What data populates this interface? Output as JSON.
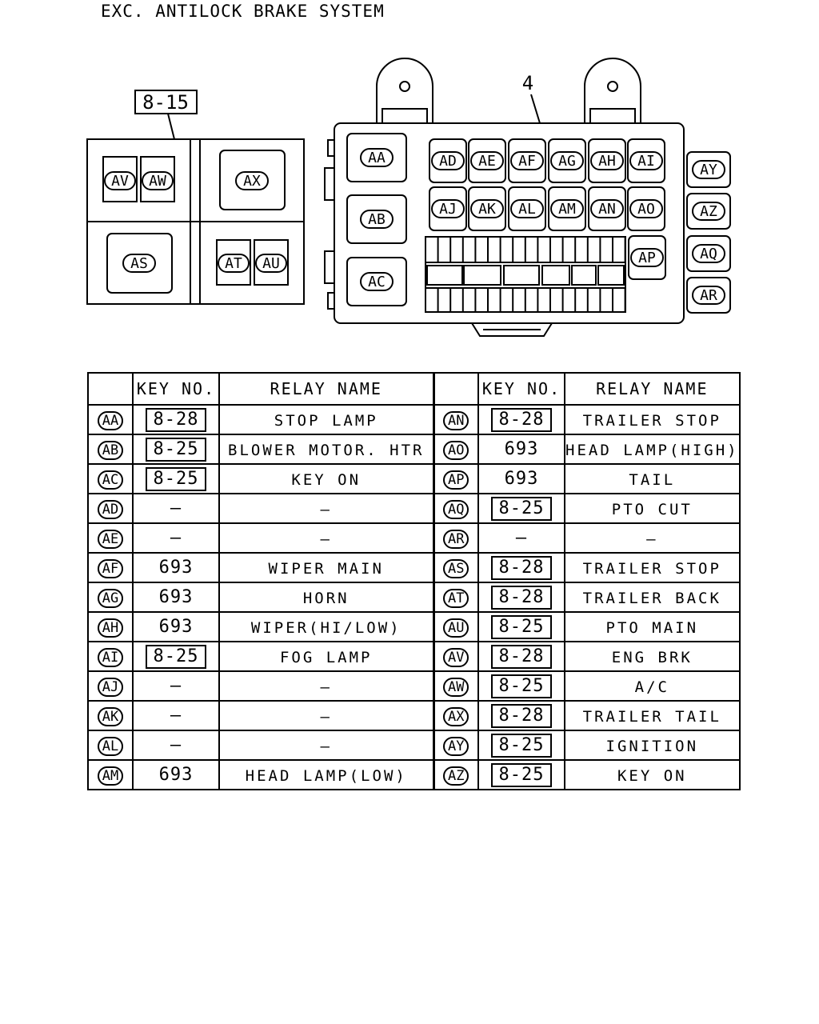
{
  "title": "EXC. ANTILOCK BRAKE SYSTEM",
  "callouts": {
    "sub_block": "8-15",
    "main_box": "4"
  },
  "sub_block_labels": [
    "AV",
    "AW",
    "AX",
    "AS",
    "AT",
    "AU"
  ],
  "main_box_labels": [
    "AA",
    "AB",
    "AC",
    "AD",
    "AE",
    "AF",
    "AG",
    "AH",
    "AI",
    "AJ",
    "AK",
    "AL",
    "AM",
    "AN",
    "AO",
    "AP"
  ],
  "side_labels": [
    "AY",
    "AZ",
    "AQ",
    "AR"
  ],
  "table": {
    "headers": [
      "",
      "KEY NO.",
      "RELAY NAME",
      "",
      "KEY NO.",
      "RELAY NAME"
    ],
    "rows": [
      [
        {
          "id": "AA",
          "key": "8-28",
          "boxed": true,
          "name": "STOP LAMP"
        },
        {
          "id": "AN",
          "key": "8-28",
          "boxed": true,
          "name": "TRAILER STOP"
        }
      ],
      [
        {
          "id": "AB",
          "key": "8-25",
          "boxed": true,
          "name": "BLOWER MOTOR. HTR"
        },
        {
          "id": "AO",
          "key": "693",
          "boxed": false,
          "name": "HEAD LAMP(HIGH)"
        }
      ],
      [
        {
          "id": "AC",
          "key": "8-25",
          "boxed": true,
          "name": "KEY ON"
        },
        {
          "id": "AP",
          "key": "693",
          "boxed": false,
          "name": "TAIL"
        }
      ],
      [
        {
          "id": "AD",
          "key": "—",
          "boxed": false,
          "name": "—"
        },
        {
          "id": "AQ",
          "key": "8-25",
          "boxed": true,
          "name": "PTO CUT"
        }
      ],
      [
        {
          "id": "AE",
          "key": "—",
          "boxed": false,
          "name": "—"
        },
        {
          "id": "AR",
          "key": "—",
          "boxed": false,
          "name": "—"
        }
      ],
      [
        {
          "id": "AF",
          "key": "693",
          "boxed": false,
          "name": "WIPER MAIN"
        },
        {
          "id": "AS",
          "key": "8-28",
          "boxed": true,
          "name": "TRAILER STOP"
        }
      ],
      [
        {
          "id": "AG",
          "key": "693",
          "boxed": false,
          "name": "HORN"
        },
        {
          "id": "AT",
          "key": "8-28",
          "boxed": true,
          "name": "TRAILER BACK"
        }
      ],
      [
        {
          "id": "AH",
          "key": "693",
          "boxed": false,
          "name": "WIPER(HI/LOW)"
        },
        {
          "id": "AU",
          "key": "8-25",
          "boxed": true,
          "name": "PTO MAIN"
        }
      ],
      [
        {
          "id": "AI",
          "key": "8-25",
          "boxed": true,
          "name": "FOG LAMP"
        },
        {
          "id": "AV",
          "key": "8-28",
          "boxed": true,
          "name": "ENG BRK"
        }
      ],
      [
        {
          "id": "AJ",
          "key": "—",
          "boxed": false,
          "name": "—"
        },
        {
          "id": "AW",
          "key": "8-25",
          "boxed": true,
          "name": "A/C"
        }
      ],
      [
        {
          "id": "AK",
          "key": "—",
          "boxed": false,
          "name": "—"
        },
        {
          "id": "AX",
          "key": "8-28",
          "boxed": true,
          "name": "TRAILER TAIL"
        }
      ],
      [
        {
          "id": "AL",
          "key": "—",
          "boxed": false,
          "name": "—"
        },
        {
          "id": "AY",
          "key": "8-25",
          "boxed": true,
          "name": "IGNITION"
        }
      ],
      [
        {
          "id": "AM",
          "key": "693",
          "boxed": false,
          "name": "HEAD LAMP(LOW)"
        },
        {
          "id": "AZ",
          "key": "8-25",
          "boxed": true,
          "name": "KEY ON"
        }
      ]
    ]
  }
}
